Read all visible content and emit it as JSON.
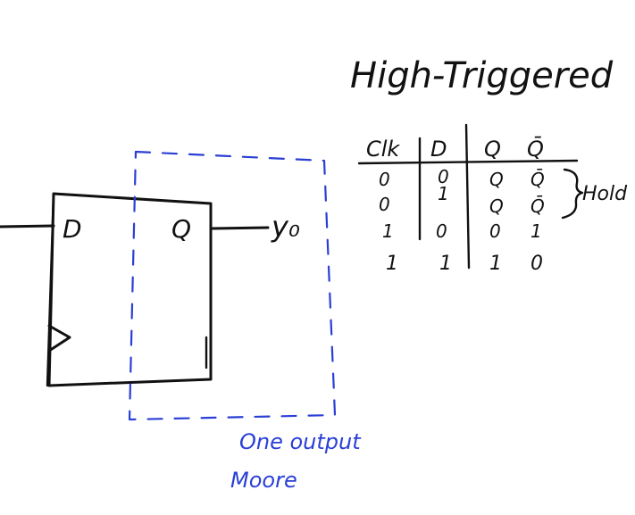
{
  "title": "High-Triggered",
  "flipflop": {
    "d_label": "D",
    "q_label": "Q",
    "output_label": "y₀"
  },
  "truth_table": {
    "headers": [
      "Clk",
      "D",
      "Q",
      "Q̄"
    ],
    "rows": [
      [
        "0",
        "0",
        "Q",
        "Q̄"
      ],
      [
        "0",
        "1",
        "Q",
        "Q̄"
      ],
      [
        "1",
        "0",
        "0",
        "1"
      ],
      [
        "1",
        "1",
        "1",
        "0"
      ]
    ],
    "brace_label": "Hold"
  },
  "annotation": {
    "line1": "One output",
    "line2": "Moore"
  },
  "colors": {
    "ink": "#111111",
    "annotation_blue": "#2a3fd6"
  }
}
